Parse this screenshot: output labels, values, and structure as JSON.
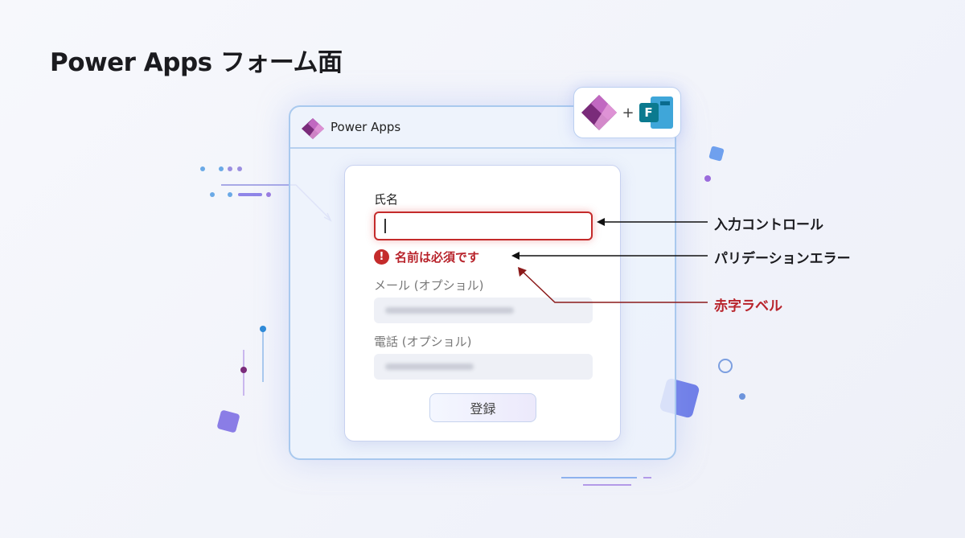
{
  "title": "Power Apps フォーム面",
  "window": {
    "app_name": "Power Apps"
  },
  "badge": {
    "plus": "+",
    "forms_letter": "F"
  },
  "form": {
    "name_label": "氏名",
    "name_value": "",
    "error_icon": "!",
    "error_text": "名前は必須です",
    "email_label": "メール (オプショル)",
    "phone_label": "電話 (オプショル)",
    "submit_label": "登録"
  },
  "annotations": {
    "input_control": "入力コントロール",
    "validation_error": "パリデーションエラー",
    "red_label": "赤字ラベル"
  },
  "colors": {
    "error": "#c42b2b",
    "accent": "#a9c9ee",
    "purple": "#8e44ad"
  }
}
